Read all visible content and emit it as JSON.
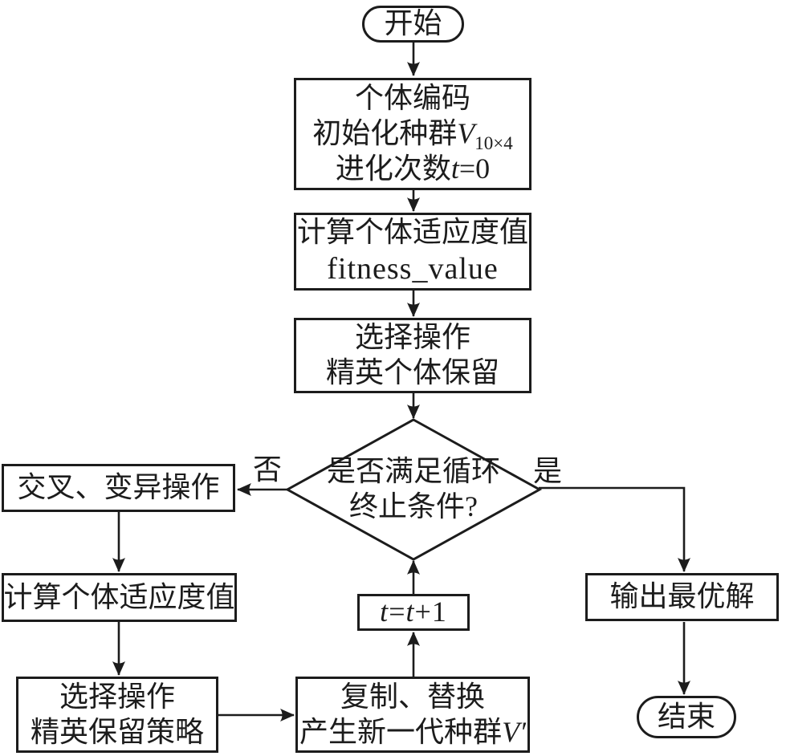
{
  "flowchart": {
    "colors": {
      "line": "#1c1c1c",
      "background": "#ffffff",
      "text": "#1c1c1c"
    },
    "start": {
      "label": "开始"
    },
    "init_box": {
      "line1": "个体编码",
      "line2_prefix": "初始化种群",
      "line2_var": "V",
      "line2_sub": "10×4",
      "line3_prefix": "进化次数",
      "line3_var": "t",
      "line3_suffix": "=0"
    },
    "fitness_box": {
      "line1": "计算个体适应度值",
      "line2": "fitness_value"
    },
    "select_box": {
      "line1": "选择操作",
      "line2": "精英个体保留"
    },
    "decision": {
      "line1": "是否满足循环",
      "line2": "终止条件?"
    },
    "no_label": "否",
    "yes_label": "是",
    "crossover_box": {
      "line1": "交叉、变异操作"
    },
    "fitness_box2": {
      "line1": "计算个体适应度值"
    },
    "elite_box": {
      "line1": "选择操作",
      "line2": "精英保留策略"
    },
    "replace_box": {
      "line1": "复制、替换",
      "line2_prefix": "产生新一代种群",
      "line2_var": "V",
      "line2_prime": "′"
    },
    "increment_box": {
      "var1": "t",
      "eq": "=",
      "var2": "t",
      "suffix": "+1"
    },
    "output_box": {
      "label": "输出最优解"
    },
    "end": {
      "label": "结束"
    }
  }
}
